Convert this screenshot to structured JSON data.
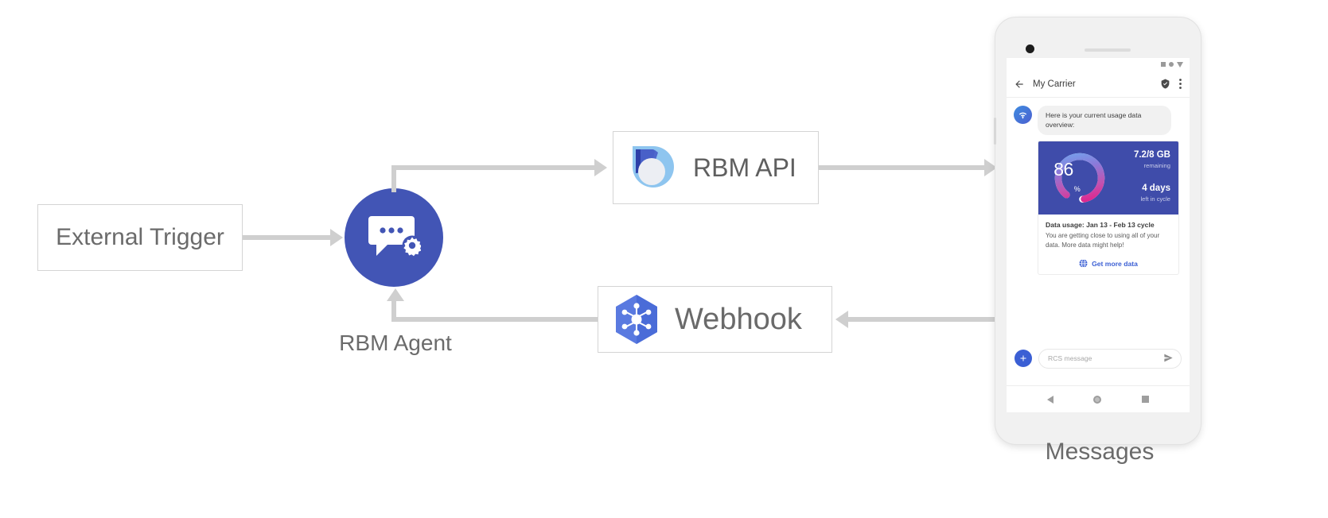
{
  "diagram": {
    "nodes": {
      "external_trigger": {
        "label": "External Trigger"
      },
      "rbm_agent": {
        "label": "RBM Agent",
        "icon": "chat-gear-icon"
      },
      "rbm_api": {
        "label": "RBM API",
        "icon": "rbm-droplet-icon"
      },
      "webhook": {
        "label": "Webhook",
        "icon": "pubsub-hexagon-icon"
      },
      "messages": {
        "label": "Messages"
      }
    }
  },
  "phone": {
    "status_bar": {
      "icons": [
        "square-icon",
        "circle-icon",
        "triangle-down-icon"
      ]
    },
    "app_bar": {
      "back_icon": "back-arrow-icon",
      "title": "My Carrier",
      "verified_icon": "shield-check-icon",
      "overflow_icon": "more-vertical-icon"
    },
    "conversation": {
      "avatar_icon": "wifi-carrier-icon",
      "message_text": "Here is your current usage data overview:",
      "card": {
        "gauge": {
          "percent": "86",
          "percent_symbol": "%",
          "value": 86
        },
        "stats": [
          {
            "main": "7.2/8 GB",
            "sub": "remaining"
          },
          {
            "main": "4 days",
            "sub": "left in cycle"
          }
        ],
        "title": "Data usage: Jan 13 - Feb 13 cycle",
        "description": "You are getting close to using all of your data. More data might help!",
        "action_label": "Get more data",
        "action_icon": "globe-icon",
        "hero_bg": "#3f4caa",
        "action_color": "#3b5fd4"
      }
    },
    "composer": {
      "plus_icon": "plus-icon",
      "placeholder": "RCS message",
      "send_icon": "send-icon"
    },
    "nav_bar": {
      "icons": [
        "back-triangle-icon",
        "home-circle-icon",
        "recents-square-icon"
      ]
    }
  },
  "colors": {
    "agent_blue": "#4255b5",
    "connector_gray": "#cfcfcf",
    "text_gray": "#6b6b6b"
  }
}
